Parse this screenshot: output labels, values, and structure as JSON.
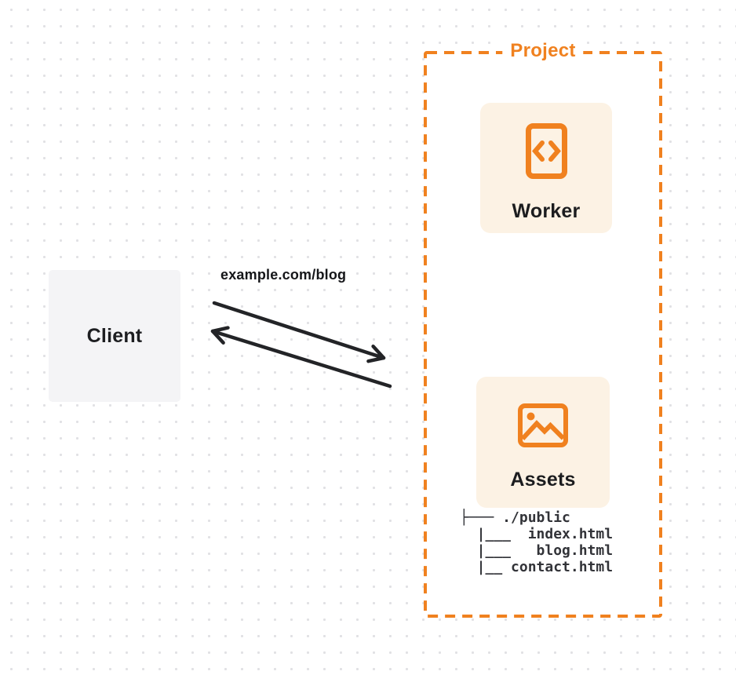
{
  "client": {
    "label": "Client"
  },
  "request": {
    "label": "example.com/blog"
  },
  "project": {
    "label": "Project",
    "cards": [
      {
        "label": "Worker",
        "icon": "code-brackets-icon"
      },
      {
        "label": "Assets",
        "icon": "picture-icon"
      }
    ],
    "file_tree": {
      "lines": [
        "├─── ./public",
        "  |___  index.html",
        "  |___   blog.html",
        "  |__ contact.html"
      ]
    }
  },
  "colors": {
    "accent_orange": "#f0811f",
    "card_background": "#fcf2e4",
    "client_background": "#f4f4f6",
    "arrow": "#232427",
    "text_dark": "#1c1d1f",
    "dot_grid": "#e1e1e4"
  }
}
